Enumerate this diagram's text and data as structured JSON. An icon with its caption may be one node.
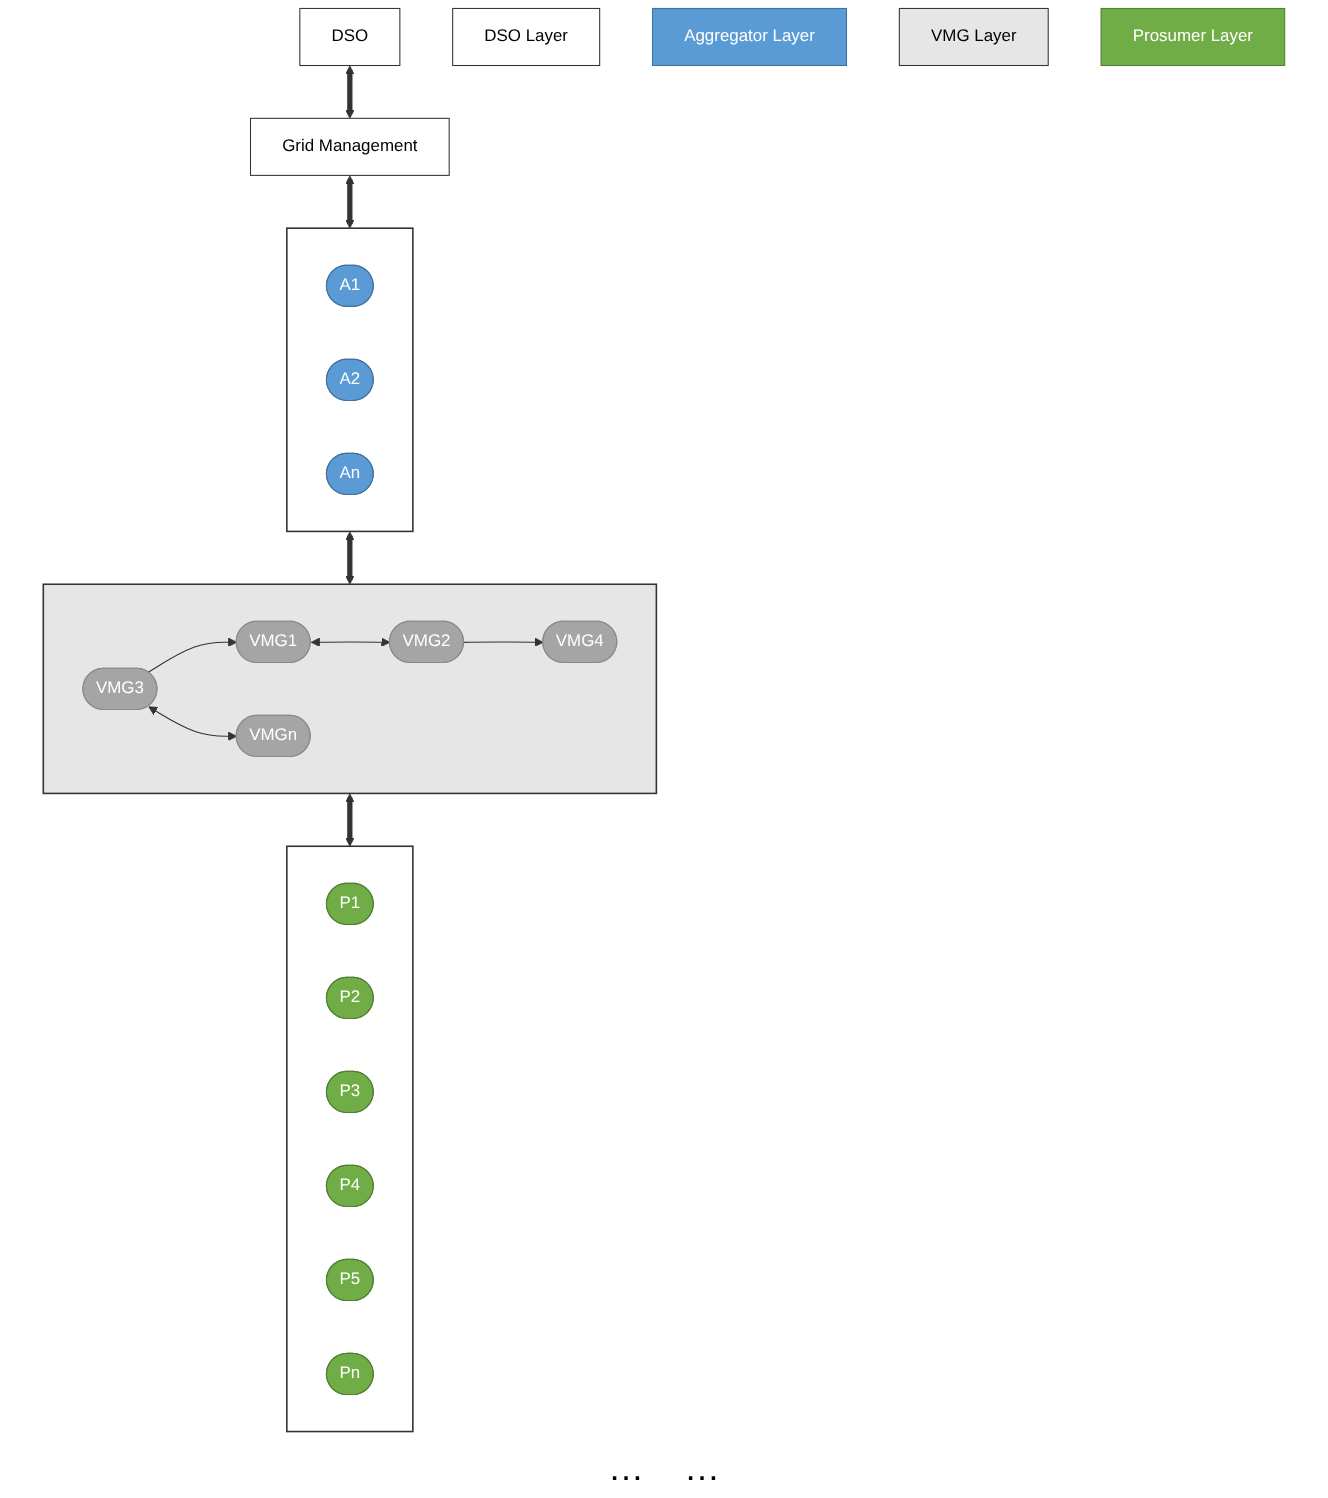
{
  "diagram": {
    "nodes": [
      {
        "text": [
          "DSO"
        ]
      },
      {
        "text": [
          "Grid Management"
        ]
      },
      {
        "text": [],
        "shape": "box"
      },
      {
        "text": [
          "A1"
        ],
        "in": 2
      },
      {
        "text": [
          "A2"
        ],
        "in": 2
      },
      {
        "text": [
          "An"
        ],
        "in": 2
      },
      {
        "text": [],
        "shape": "box"
      },
      {
        "text": [
          "VMG1"
        ],
        "in": 6
      },
      {
        "text": [
          "VMG3"
        ],
        "in": 6
      },
      {
        "text": [
          "VMGn"
        ],
        "in": 6
      },
      {
        "text": [
          "VMG2"
        ],
        "in": 6
      },
      {
        "text": [
          "VMG4"
        ],
        "in": 6
      },
      {
        "text": [],
        "shape": "box"
      },
      {
        "text": [
          "P1"
        ],
        "in": 12
      },
      {
        "text": [
          "P2"
        ],
        "in": 12
      },
      {
        "text": [
          "P3"
        ],
        "in": 12
      },
      {
        "text": [
          "P4"
        ],
        "in": 12
      },
      {
        "text": [
          "P5"
        ],
        "in": 12
      },
      {
        "text": [
          "Pn"
        ],
        "in": 12
      },
      {
        "text": [
          "DSO Layer"
        ]
      },
      {
        "text": [
          "Aggregator Layer"
        ]
      },
      {
        "text": [
          "VMG Layer"
        ]
      },
      {
        "text": [
          "Prosumer Layer"
        ]
      }
    ],
    "edges": [
      {
        "from": 0,
        "to": 1,
        "arrow": "both",
        "style": "thick"
      },
      {
        "from": 1,
        "to": 2,
        "arrow": "both",
        "style": "thick"
      },
      {
        "from": 2,
        "to": 6,
        "arrow": "both",
        "style": "thick"
      },
      {
        "from": 6,
        "to": 12,
        "arrow": "both",
        "style": "thick"
      },
      {
        "from": 8,
        "to": 7,
        "arrow": "to"
      },
      {
        "from": 8,
        "to": 9,
        "arrow": "both"
      },
      {
        "from": 7,
        "to": 10,
        "arrow": "both"
      },
      {
        "from": 10,
        "to": 11,
        "arrow": "to"
      }
    ],
    "labels": [
      "…",
      "…"
    ]
  }
}
